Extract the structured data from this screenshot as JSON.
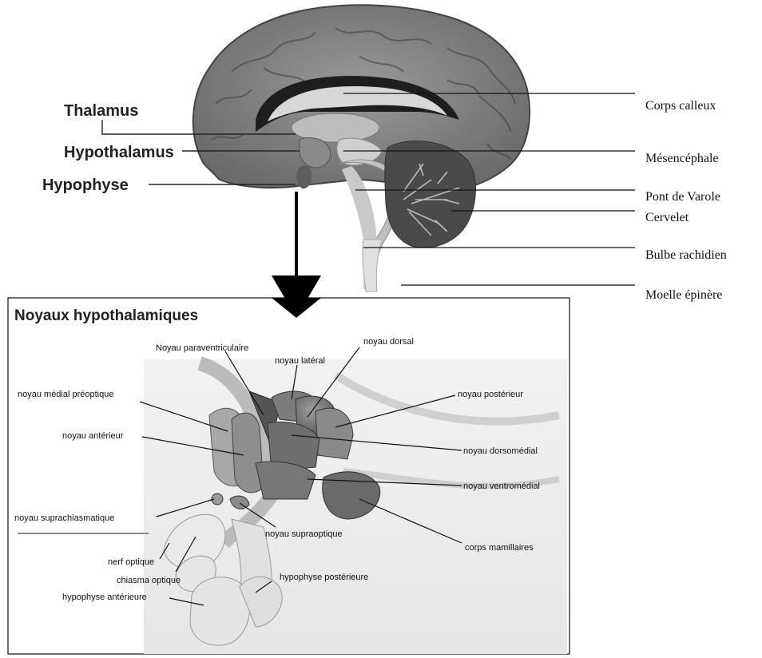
{
  "brain_labels_left": {
    "thalamus": "Thalamus",
    "hypothalamus": "Hypothalamus",
    "hypophyse": "Hypophyse"
  },
  "brain_labels_right": {
    "corps_calleux": "Corps calleux",
    "mesencephale": "Mésencéphale",
    "pont": "Pont de Varole",
    "cervelet": "Cervelet",
    "bulbe": "Bulbe rachidien",
    "moelle": "Moelle épinère"
  },
  "inset": {
    "title": "Noyaux hypothalamiques",
    "labels": {
      "paraventriculaire": "Noyau paraventriculaire",
      "dorsal": "noyau dorsal",
      "lateral": "noyau latéral",
      "medial_preoptique": "noyau médial préoptique",
      "posterieur": "noyau postérieur",
      "anterieur": "noyau antérieur",
      "dorsomedial": "noyau dorsomédial",
      "ventromedial": "noyau ventromédial",
      "suprachiasmatique": "noyau suprachiasmatique",
      "supraoptique": "noyau supraoptique",
      "mamillaires": "corps mamillaires",
      "nerf_optique": "nerf optique",
      "chiasma": "chiasma optique",
      "hypophyse_posterieure": "hypophyse postérieure",
      "hypophyse_anterieure": "hypophyse antérieure"
    }
  }
}
